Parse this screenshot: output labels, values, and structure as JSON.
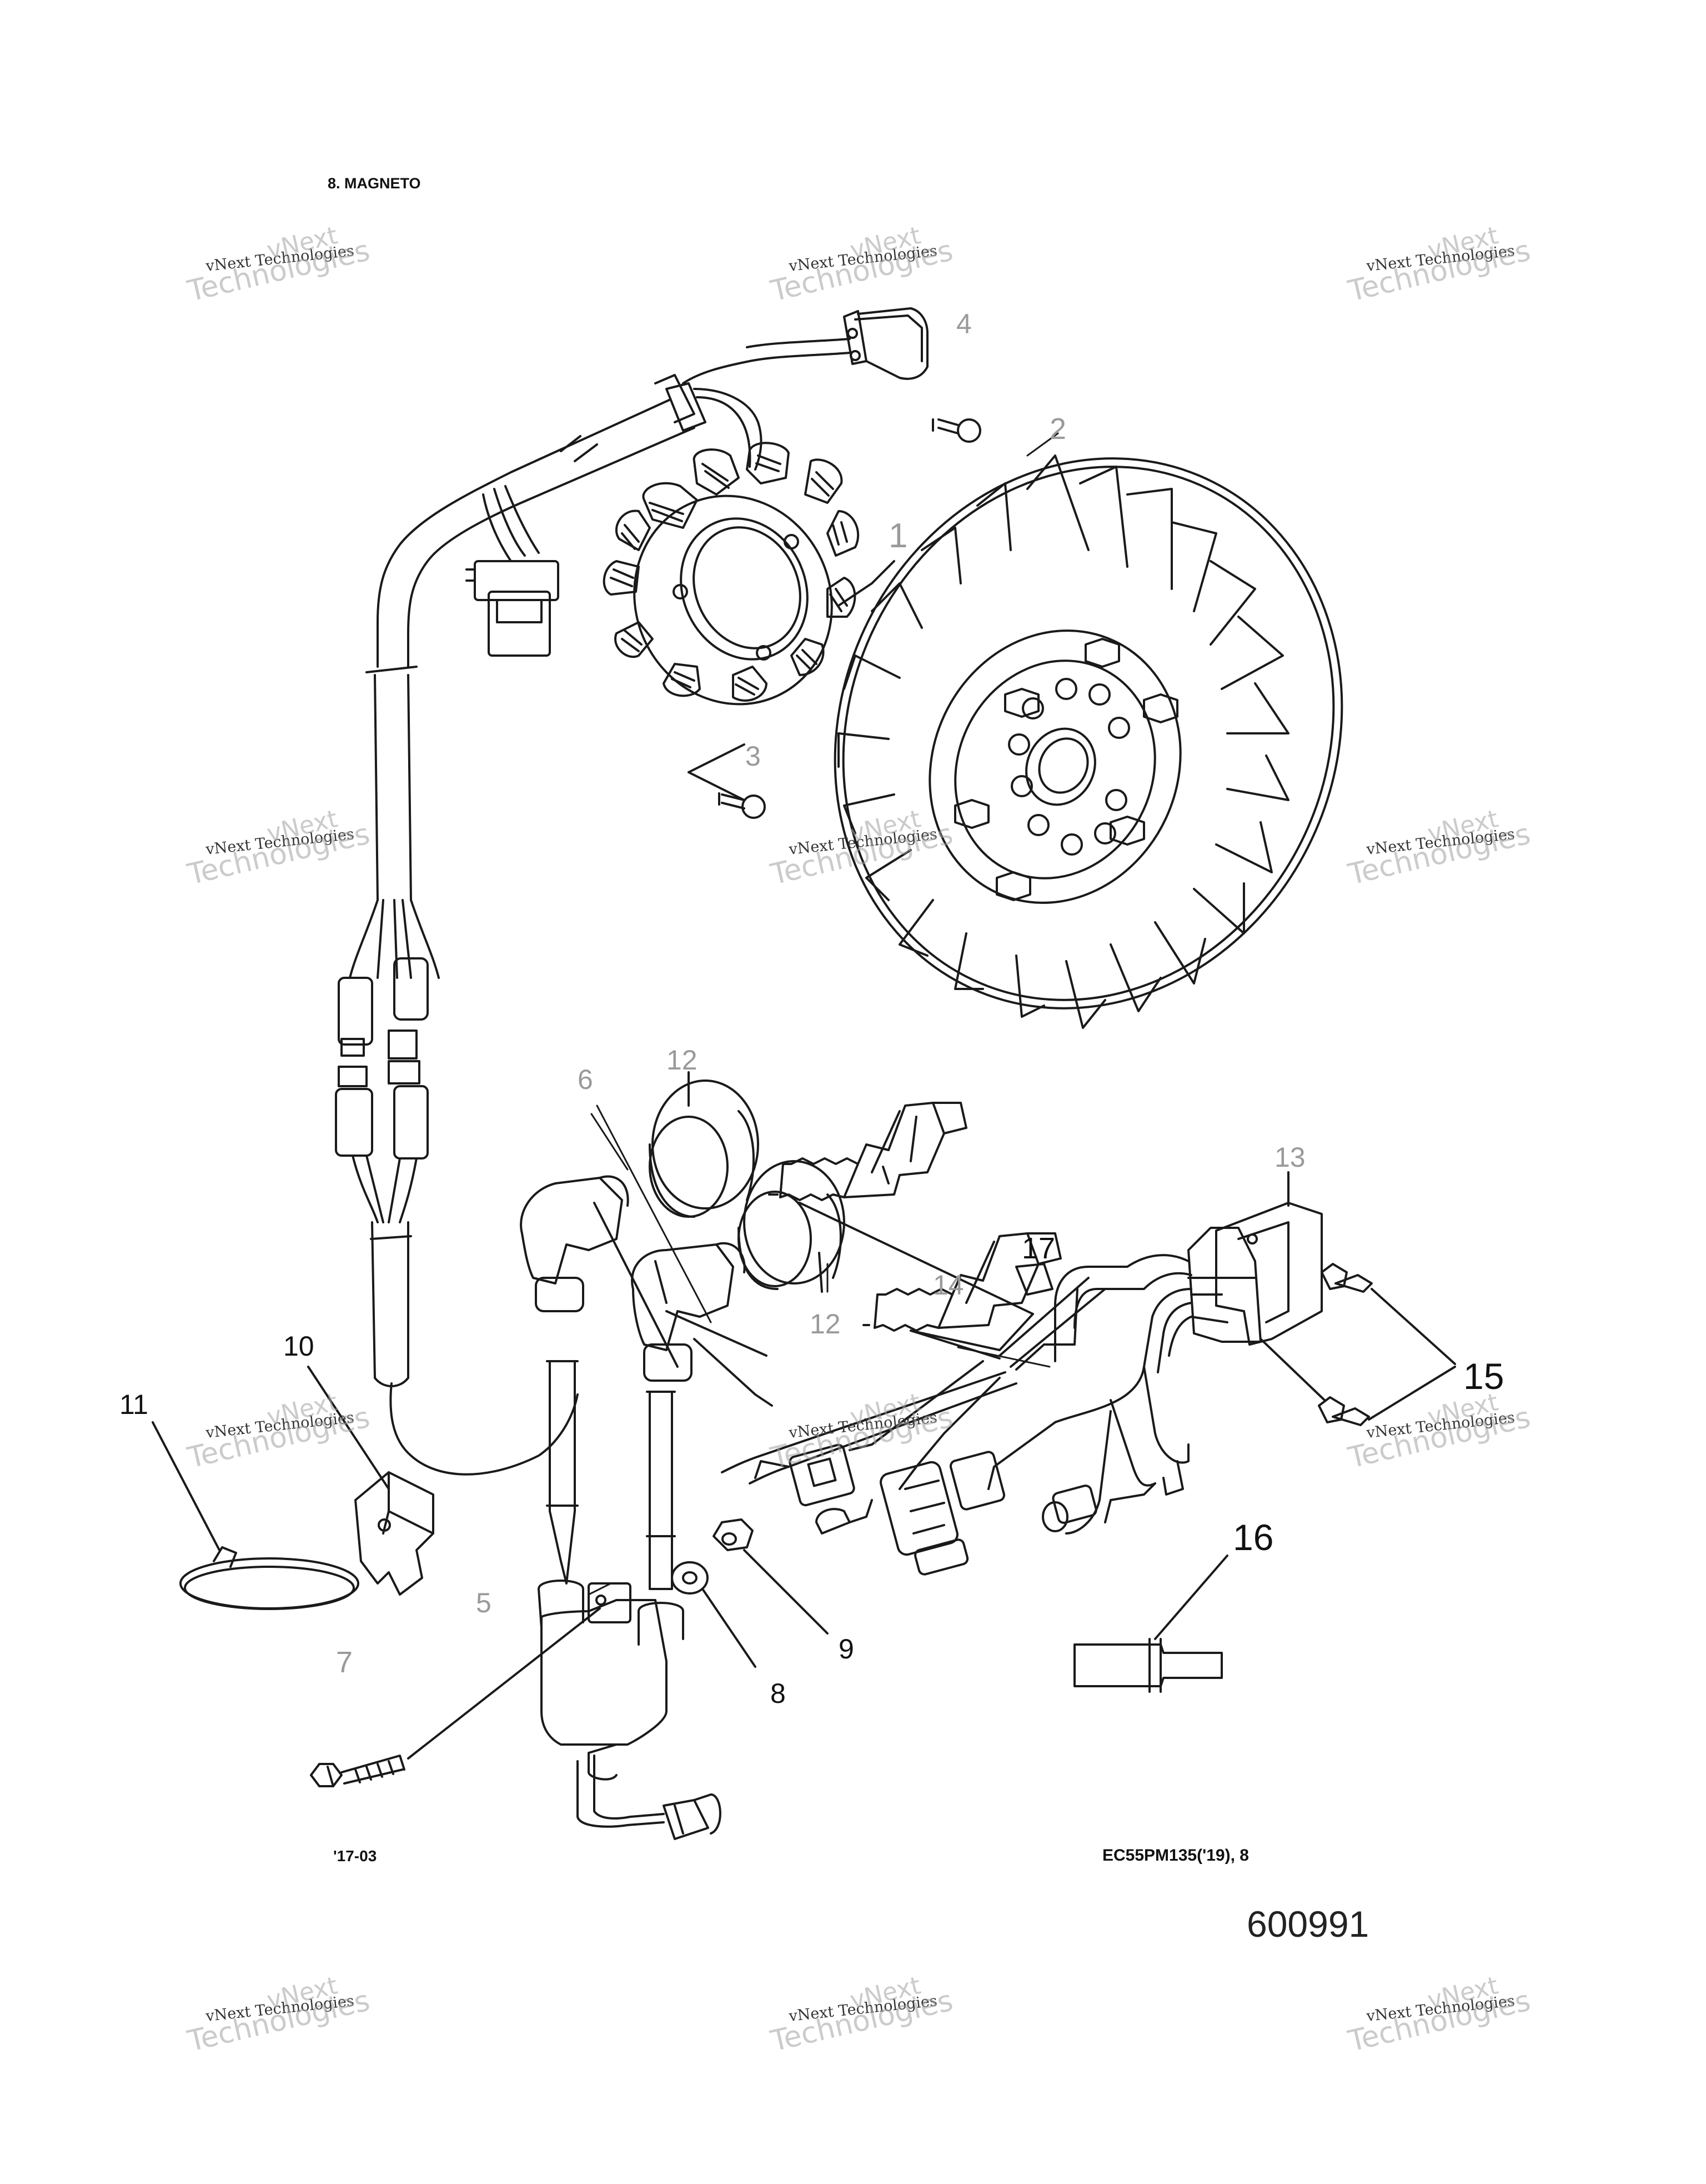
{
  "header": {
    "title": "8. MAGNETO"
  },
  "footer": {
    "date_code": "'17-03",
    "catalog_code": "EC55PM135('19), 8",
    "figure_number": "600991"
  },
  "callouts": {
    "c1": "1",
    "c2": "2",
    "c3": "3",
    "c4": "4",
    "c5": "5",
    "c6": "6",
    "c7": "7",
    "c8": "8",
    "c9": "9",
    "c10": "10",
    "c11": "11",
    "c12a": "12",
    "c12b": "12",
    "c13": "13",
    "c14": "14",
    "c15": "15",
    "c16": "16",
    "c17": "17"
  },
  "watermark": {
    "small": "vNext Technologies",
    "big_word": "Technologies",
    "big_prefix": "vNext"
  },
  "colors": {
    "line": "#1a1a1a",
    "callout_gray": "#9a9a9a",
    "callout_black": "#111111"
  }
}
